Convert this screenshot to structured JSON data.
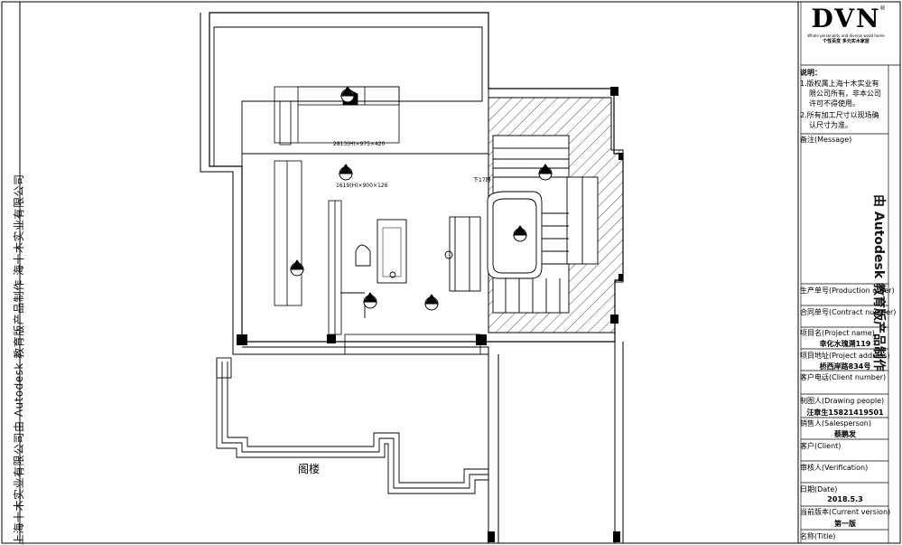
{
  "drawing": {
    "room_label": "阁楼",
    "stair_label": "下17踏",
    "dim_label_1": "2813(H)×975×420",
    "dim_label_2": "1619(H)×900×126"
  },
  "watermarks": {
    "left": "上海十木实业有限公司由 Autodesk 教育版产品制作 海十木实业有限公司",
    "right": "由 Autodesk 教育版产品制作"
  },
  "title_block": {
    "logo": "DVN",
    "logo_tagline": "Whole personality and diverse wood home",
    "logo_subtitle": "个性百变 多元实木家居",
    "notes_title": "说明：",
    "notes": [
      "1.版权属上海十木实业有",
      "限公司所有，非本公司",
      "许可不得使用。",
      "2.所有加工尺寸以现场确",
      "认尺寸为准。"
    ],
    "remarks_label": "备注(Message)",
    "production_order_label": "生产单号(Production order)",
    "contract_label": "合同单号(Contract number)",
    "project_name_label": "项目名(Project name)",
    "project_name_value": "幸化水瑰溯119",
    "project_address_label": "项目地址(Project address)",
    "project_address_value": "桥西岸路834号",
    "client_phone_label": "客户电话(Client number)",
    "drawing_people_label": "制图人(Drawing people)",
    "drawing_people_value": "汪章生15821419501",
    "salesperson_label": "销售人(Salesperson)",
    "salesperson_value": "蔡鹏发",
    "client_label": "客户(Client)",
    "verification_label": "审核人(Verification)",
    "date_label": "日期(Date)",
    "date_value": "2018.5.3",
    "current_version_label": "当前版本(Current version)",
    "current_version_value": "第一版",
    "title_label": "名称(Title)"
  }
}
